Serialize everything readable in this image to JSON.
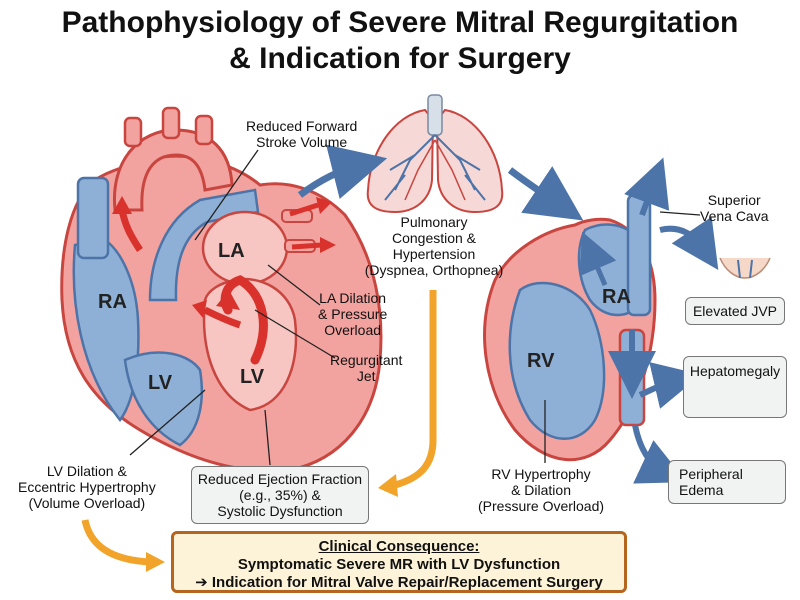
{
  "title": {
    "line1": "Pathophysiology of Severe Mitral Regurgitation",
    "line2": "& Indication for Surgery"
  },
  "chambers": {
    "ra_left": "RA",
    "lv_left": "LV",
    "la": "LA",
    "lv_inner": "LV",
    "rv": "RV",
    "ra_right": "RA"
  },
  "labels": {
    "reduced_forward": [
      "Reduced Forward",
      "Stroke Volume"
    ],
    "pulmonary": [
      "Pulmonary",
      "Congestion &",
      "Hypertension",
      "(Dyspnea, Orthopnea)"
    ],
    "la_dilation": [
      "LA Dilation",
      "& Pressure",
      "Overload"
    ],
    "regurgitant": [
      "Regurgitant",
      "Jet"
    ],
    "lv_dilation": [
      "LV Dilation &",
      "Eccentric Hypertrophy",
      "(Volume Overload)"
    ],
    "rv_hypertrophy": [
      "RV Hypertrophy",
      "& Dilation",
      "(Pressure Overload)"
    ],
    "svc": [
      "Superior",
      "Vena Cava"
    ]
  },
  "boxes": {
    "ejection": [
      "Reduced Ejection Fraction",
      "(e.g., 35%) &",
      "Systolic Dysfunction"
    ],
    "jvp": "Elevated JVP",
    "hepatomegaly": "Hepatomegaly",
    "edema": [
      "Peripheral",
      "Edema"
    ]
  },
  "consequence": {
    "heading": "Clinical Consequence:",
    "line1": "Symptomatic Severe MR with LV Dysfunction",
    "line2": "➔ Indication for Mitral Valve Repair/Replacement Surgery"
  },
  "colors": {
    "red_fill": "#f2a39f",
    "red_stroke": "#c9453f",
    "blue_fill": "#8fb0d6",
    "blue_stroke": "#4d74a8",
    "arrow_red": "#d9322c",
    "arrow_orange": "#f2a32a"
  }
}
